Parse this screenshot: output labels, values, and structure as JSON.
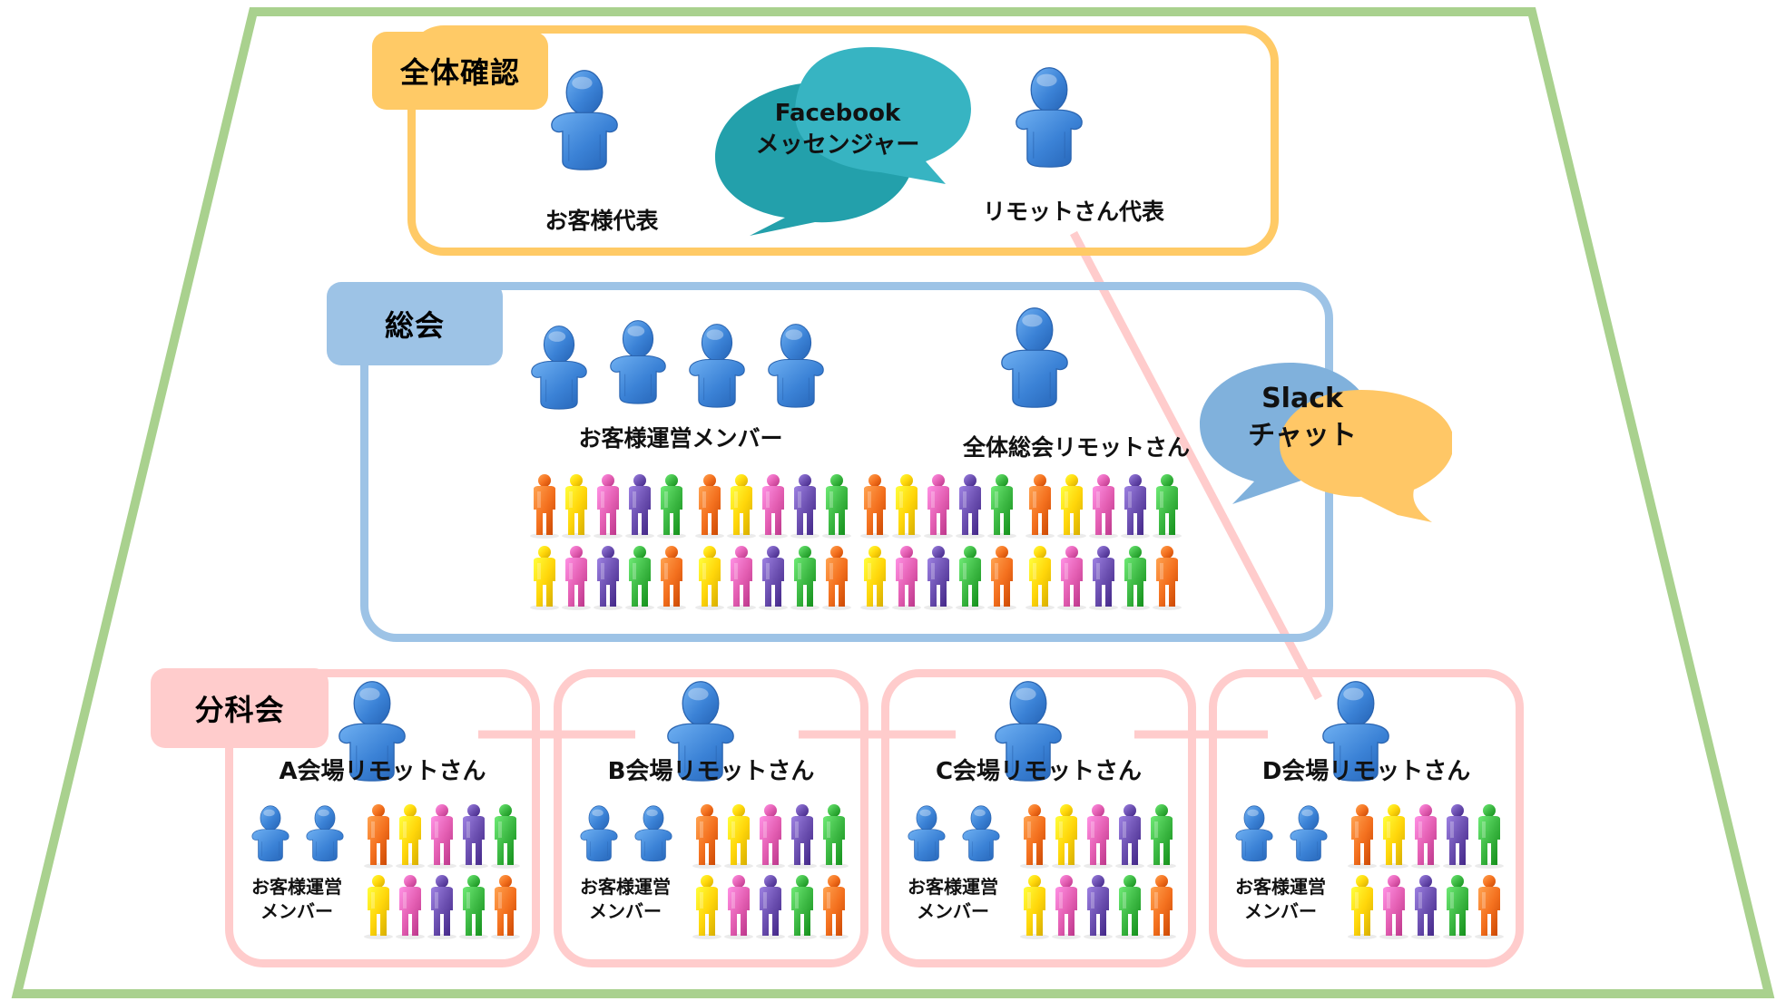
{
  "title": "リモットさん 運営体制図",
  "colors": {
    "frame": "#a9d18e",
    "overall_check": "#ffca66",
    "general_meeting": "#9dc3e6",
    "subcommittee": "#ffcccc",
    "facebook_bubble_a": "#23a0ab",
    "facebook_bubble_b": "#37b4c2",
    "slack_bubble_a": "#80b1dc",
    "slack_bubble_b": "#ffc766",
    "connector": "#ffcccc",
    "person_blue": "#3b82d6",
    "crowd": [
      "#f4711f",
      "#ffd60a",
      "#e45fb3",
      "#6b4fb0",
      "#3cb843"
    ]
  },
  "overall_check": {
    "tag": "全体確認",
    "customer_rep": "お客様代表",
    "remot_rep": "リモットさん代表",
    "tool_line1": "Facebook",
    "tool_line2": "メッセンジャー"
  },
  "general_meeting": {
    "tag": "総会",
    "customer_members": "お客様運営メンバー",
    "customer_member_count": 4,
    "remot_lead": "全体総会リモットさん",
    "crowd_rows": [
      [
        "orange",
        "yellow",
        "pink",
        "purple",
        "green",
        "orange",
        "yellow",
        "pink",
        "purple",
        "green",
        "orange",
        "yellow",
        "pink",
        "purple",
        "green",
        "orange",
        "yellow",
        "pink",
        "purple",
        "green"
      ],
      [
        "yellow",
        "pink",
        "purple",
        "green",
        "orange",
        "yellow",
        "pink",
        "purple",
        "green",
        "orange",
        "yellow",
        "pink",
        "purple",
        "green",
        "orange",
        "yellow",
        "pink",
        "purple",
        "green",
        "orange"
      ]
    ],
    "tool_line1": "Slack",
    "tool_line2": "チャット"
  },
  "subcommittee": {
    "tag": "分科会",
    "venues": [
      {
        "name": "A会場リモットさん",
        "members_line1": "お客様運営",
        "members_line2": "メンバー"
      },
      {
        "name": "B会場リモットさん",
        "members_line1": "お客様運営",
        "members_line2": "メンバー"
      },
      {
        "name": "C会場リモットさん",
        "members_line1": "お客様運営",
        "members_line2": "メンバー"
      },
      {
        "name": "D会場リモットさん",
        "members_line1": "お客様運営",
        "members_line2": "メンバー"
      }
    ],
    "venue_crowd_rows": [
      [
        "orange",
        "yellow",
        "pink",
        "purple",
        "green"
      ],
      [
        "yellow",
        "pink",
        "purple",
        "green",
        "orange"
      ]
    ]
  }
}
